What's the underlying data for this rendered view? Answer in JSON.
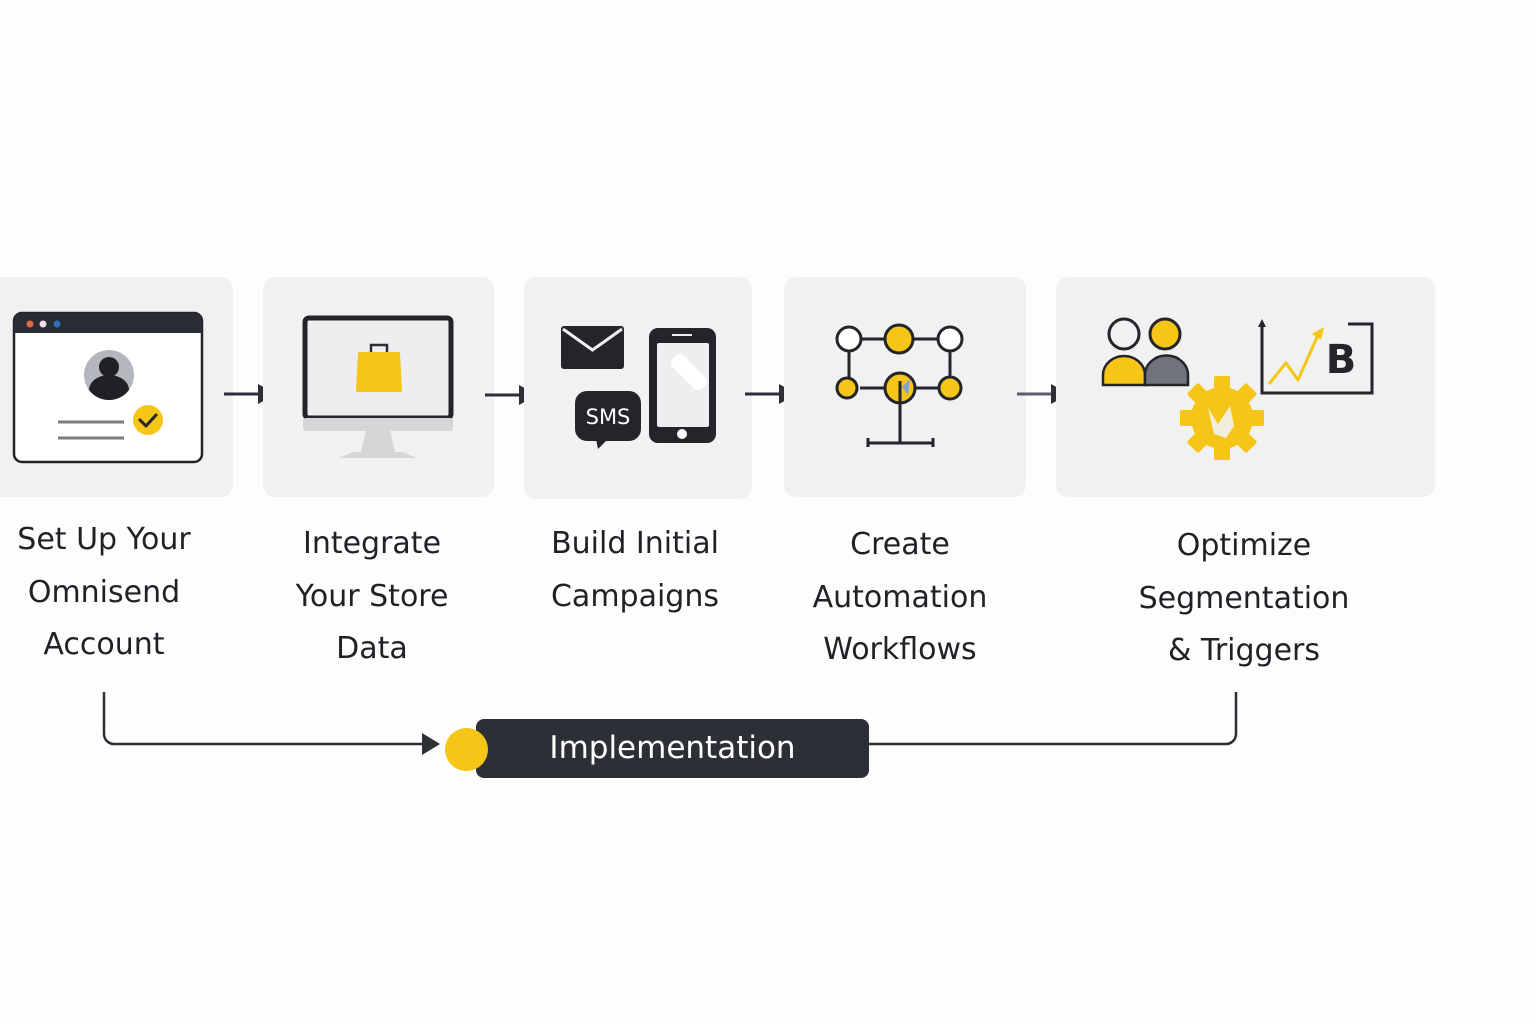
{
  "diagram": {
    "type": "process-flow",
    "colors": {
      "accent": "#f5c518",
      "dark": "#23252b",
      "card_background": "#f1f1f2",
      "muted_gray": "#6f747c",
      "page_background": "#fdfdfd"
    },
    "steps": [
      {
        "id": "setup-account",
        "label_lines": [
          "Set Up Your",
          "Omnisend",
          "Account"
        ],
        "icon": "browser-window-profile-check-icon"
      },
      {
        "id": "integrate-store",
        "label_lines": [
          "Integrate",
          "Your Store",
          "Data"
        ],
        "icon": "monitor-shopping-bag-icon"
      },
      {
        "id": "build-campaigns",
        "label_lines": [
          "Build Initial",
          "Campaigns"
        ],
        "icon": "email-sms-phone-icon",
        "icon_text": "SMS",
        "channels": [
          "email",
          "sms",
          "mobile"
        ]
      },
      {
        "id": "create-automation",
        "label_lines": [
          "Create",
          "Automation",
          "Workflows"
        ],
        "icon": "workflow-nodes-icon"
      },
      {
        "id": "optimize-segmentation",
        "label_lines": [
          "Optimize",
          "Segmentation",
          "& Triggers"
        ],
        "icon": "users-gear-ab-chart-icon",
        "icon_text": "B"
      }
    ],
    "phase": {
      "label": "Implementation",
      "spans_steps": [
        "setup-account",
        "optimize-segmentation"
      ]
    }
  }
}
